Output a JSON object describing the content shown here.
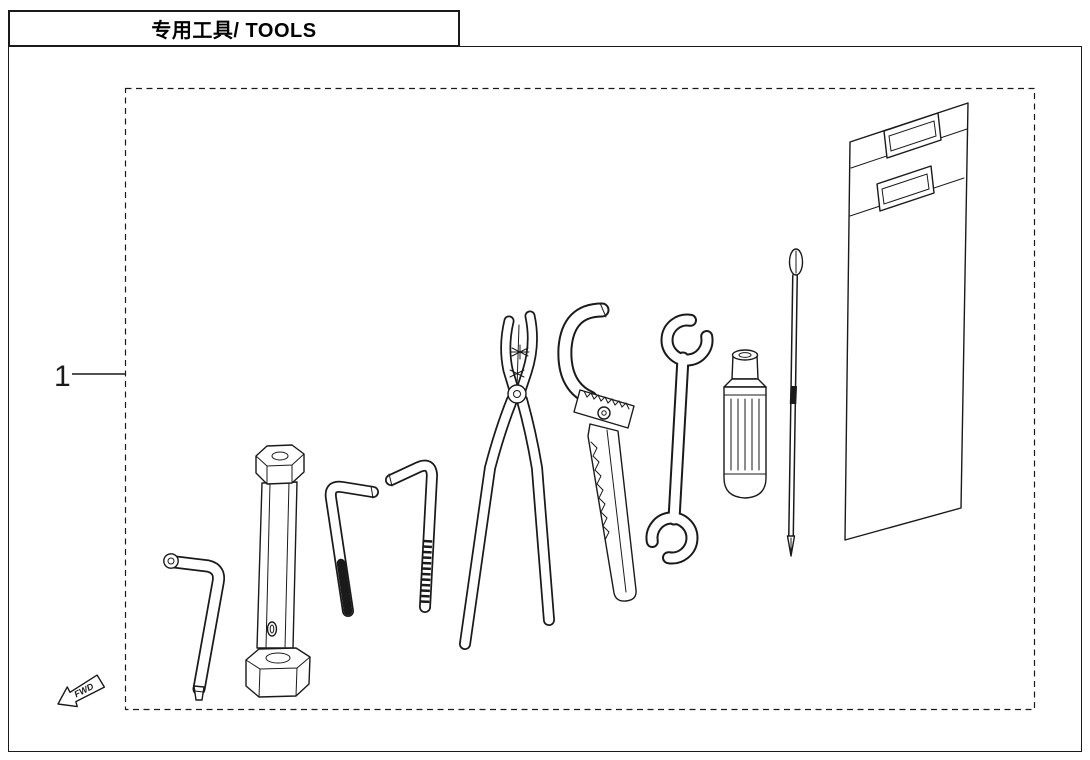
{
  "ink_color": "#1a1a1a",
  "header": {
    "title": "专用工具/ TOOLS"
  },
  "callout": {
    "number": "1"
  },
  "orientation": {
    "fwd_label": "FWD"
  },
  "diagram": {
    "tools": [
      "torx-l-key-icon",
      "spark-plug-socket-wrench-icon",
      "hex-key-black-tip-icon",
      "hex-key-icon",
      "pliers-icon",
      "hook-spanner-icon",
      "double-open-end-wrench-icon",
      "screwdriver-handle-icon",
      "screwdriver-shaft-icon",
      "tool-pouch-icon"
    ]
  }
}
